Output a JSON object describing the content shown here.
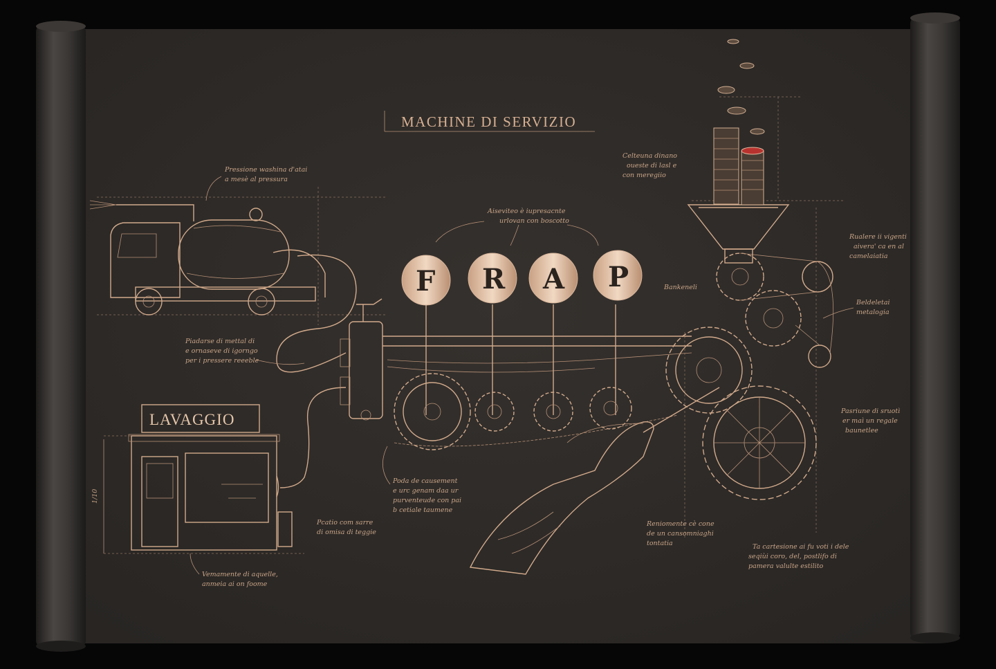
{
  "title": "MACHINE DI SERVIZIO",
  "keys": [
    "F",
    "R",
    "A",
    "P"
  ],
  "sign": "LAVAGGIO",
  "annotations": {
    "truck": [
      "Pressione washina d'atai",
      "a mesè al pressura"
    ],
    "hose": [
      "Piadarse di mettal di",
      "e ornaseve di igorngo",
      "per i pressere reeeble"
    ],
    "keys": [
      "Aiseviteo è iupresacnte",
      "urlovan con boscotto"
    ],
    "valve": [
      "Poda de causement",
      "e urc genam daa ur",
      "purventeude con pai",
      "b cetiale taumene"
    ],
    "shop_left": [
      "Pcatio com sarre",
      "di omisa di teggie"
    ],
    "shop_bottom": [
      "Vemamente di aquelle,",
      "anmeia ai on foome"
    ],
    "coins": [
      "Celteuna dinano",
      "oueste di lasl e",
      "con meregiio"
    ],
    "pulley": [
      "Rualere ii vigenti",
      "aivera' ca en al",
      "camelaiatia"
    ],
    "banner": "Bankeneli",
    "gear_right": [
      "Beldeletai",
      "metalogia"
    ],
    "gear_bottom_right": [
      "Pasriune di sruotì",
      "er maì un regale",
      "baunetlee"
    ],
    "center": [
      "Reniomente cè cone",
      "de un cansomniaghi",
      "tontatia"
    ],
    "bottom_right": [
      "Ta cartesione ai fu voti i dele",
      "seqiùi coro, del, postlifo di",
      "pamera valulte estilito"
    ],
    "dimension": "1/10"
  },
  "colors": {
    "paper": "#2f2c2a",
    "ink": "#d2aa8b",
    "background": "#060606",
    "coin_accent": "#b8332f"
  }
}
